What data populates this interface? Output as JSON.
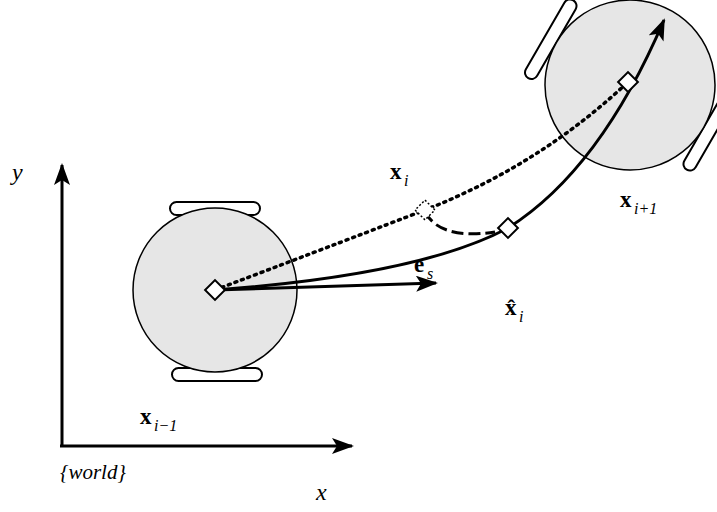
{
  "diagram": {
    "labels": [
      "y",
      "x",
      "{world}",
      "x",
      "i−1",
      "x",
      "i",
      "e",
      "s",
      "x̂",
      "i",
      "x",
      "i+1"
    ]
  }
}
